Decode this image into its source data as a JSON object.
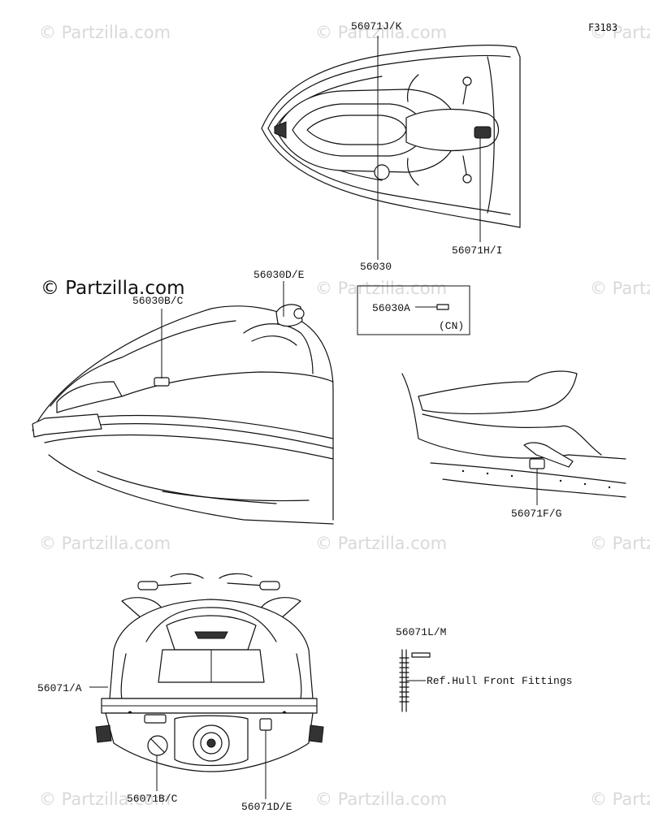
{
  "diagram": {
    "figure_code": "F3183",
    "watermark_text": "© Partzilla.com",
    "labels": {
      "top_front": "56071J/K",
      "top_center": "56030",
      "top_right": "56071H/I",
      "side_handle": "56030D/E",
      "side_hood": "56030B/C",
      "inset_part": "56030A",
      "inset_region": "(CN)",
      "rear_side": "56071F/G",
      "rear_left": "56071/A",
      "rear_bottom_left": "56071B/C",
      "rear_bottom_right": "56071D/E",
      "fitting_part": "56071L/M",
      "fitting_ref": "Ref.Hull Front Fittings"
    }
  }
}
